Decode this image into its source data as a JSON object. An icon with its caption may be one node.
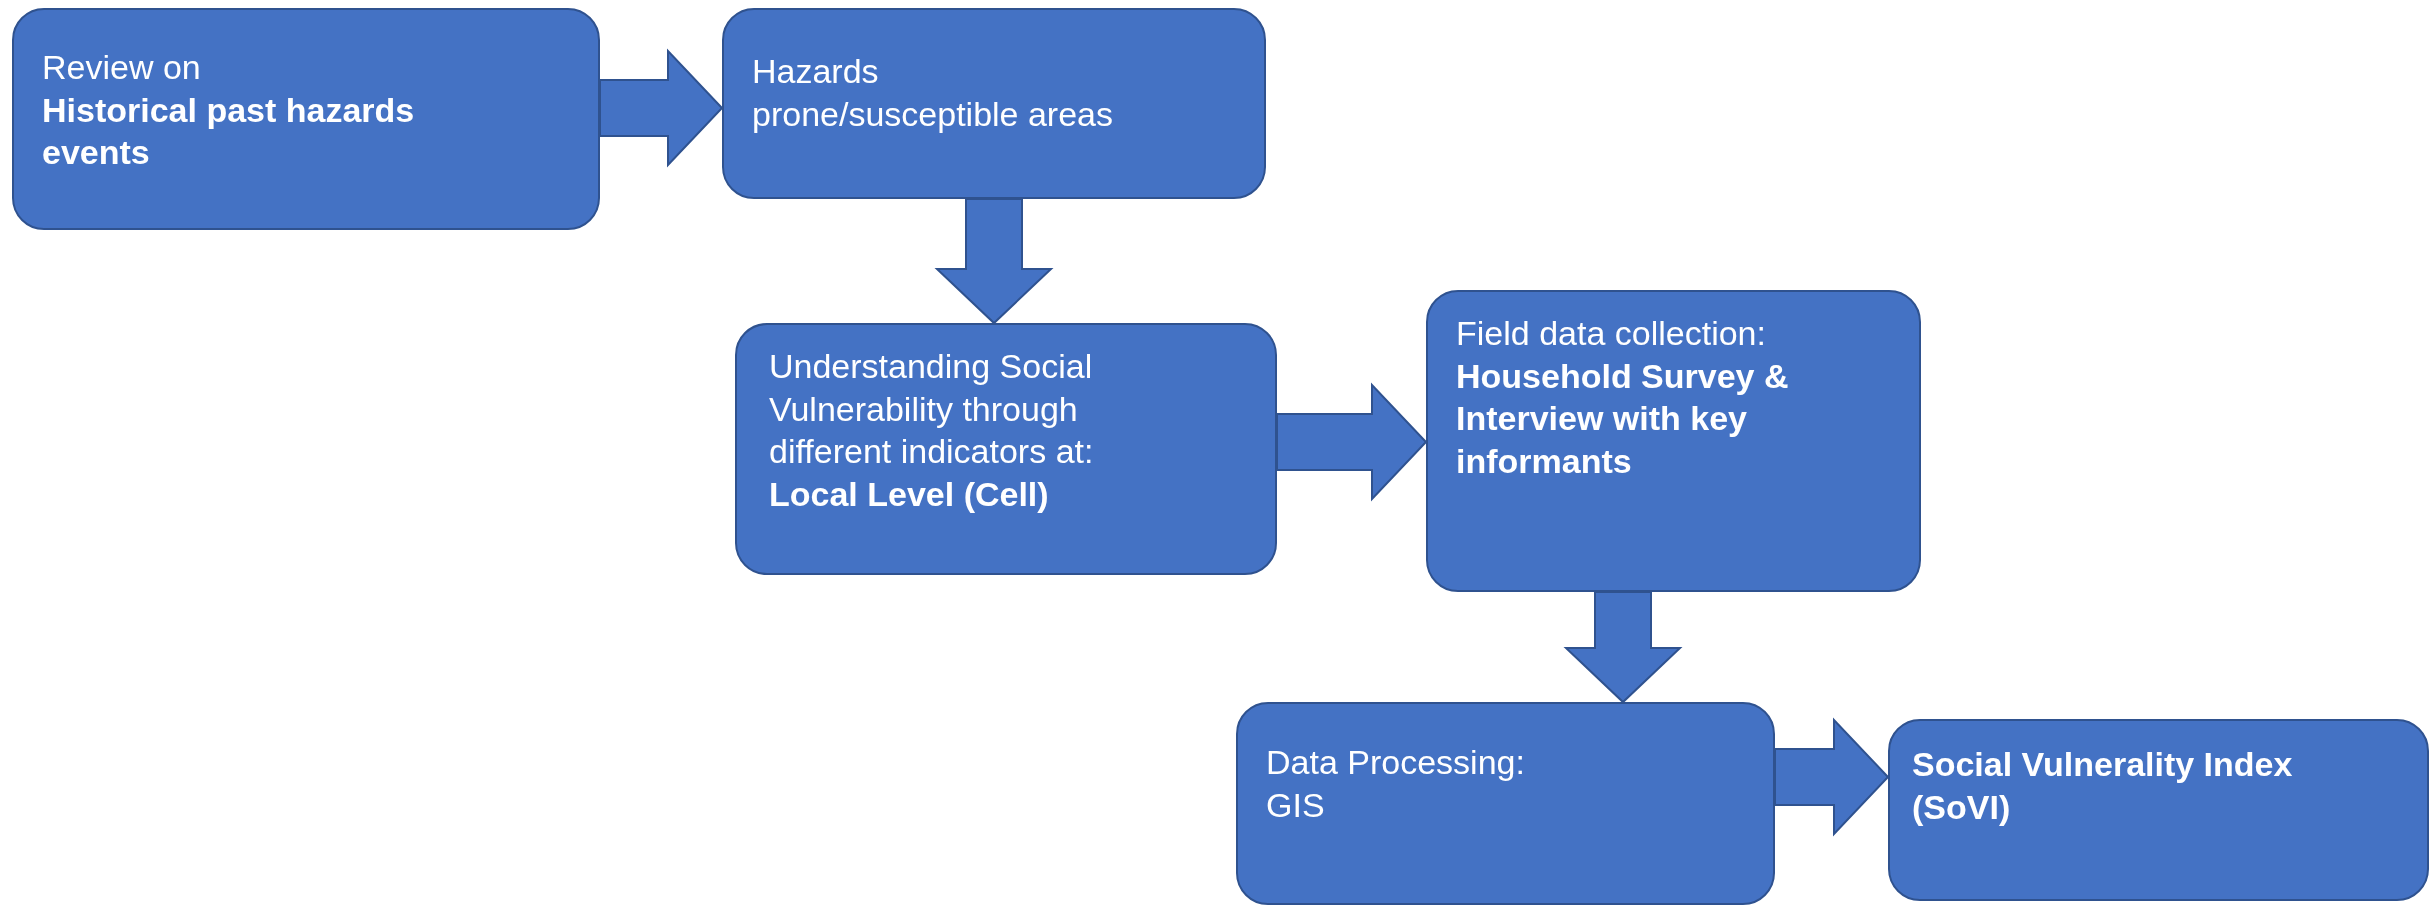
{
  "diagram": {
    "nodes": [
      {
        "text": [
          "Review on",
          "Historical past hazards events"
        ]
      },
      {
        "text": [
          "Hazards",
          "prone/susceptible areas"
        ]
      },
      {
        "text": [
          "Understanding Social Vulnerability through different indicators at:",
          "Local Level (Cell)"
        ]
      },
      {
        "text": [
          "Field data collection:",
          "Household Survey & Interview with key informants"
        ]
      },
      {
        "text": [
          "Data Processing:",
          "GIS"
        ]
      },
      {
        "text": [
          "Social Vulnerality Index (SoVI)"
        ]
      }
    ],
    "edges": [
      {
        "from": 0,
        "to": 1,
        "arrow": "to"
      },
      {
        "from": 1,
        "to": 2,
        "arrow": "to"
      },
      {
        "from": 2,
        "to": 3,
        "arrow": "to"
      },
      {
        "from": 3,
        "to": 4,
        "arrow": "to"
      },
      {
        "from": 4,
        "to": 5,
        "arrow": "to"
      }
    ]
  }
}
